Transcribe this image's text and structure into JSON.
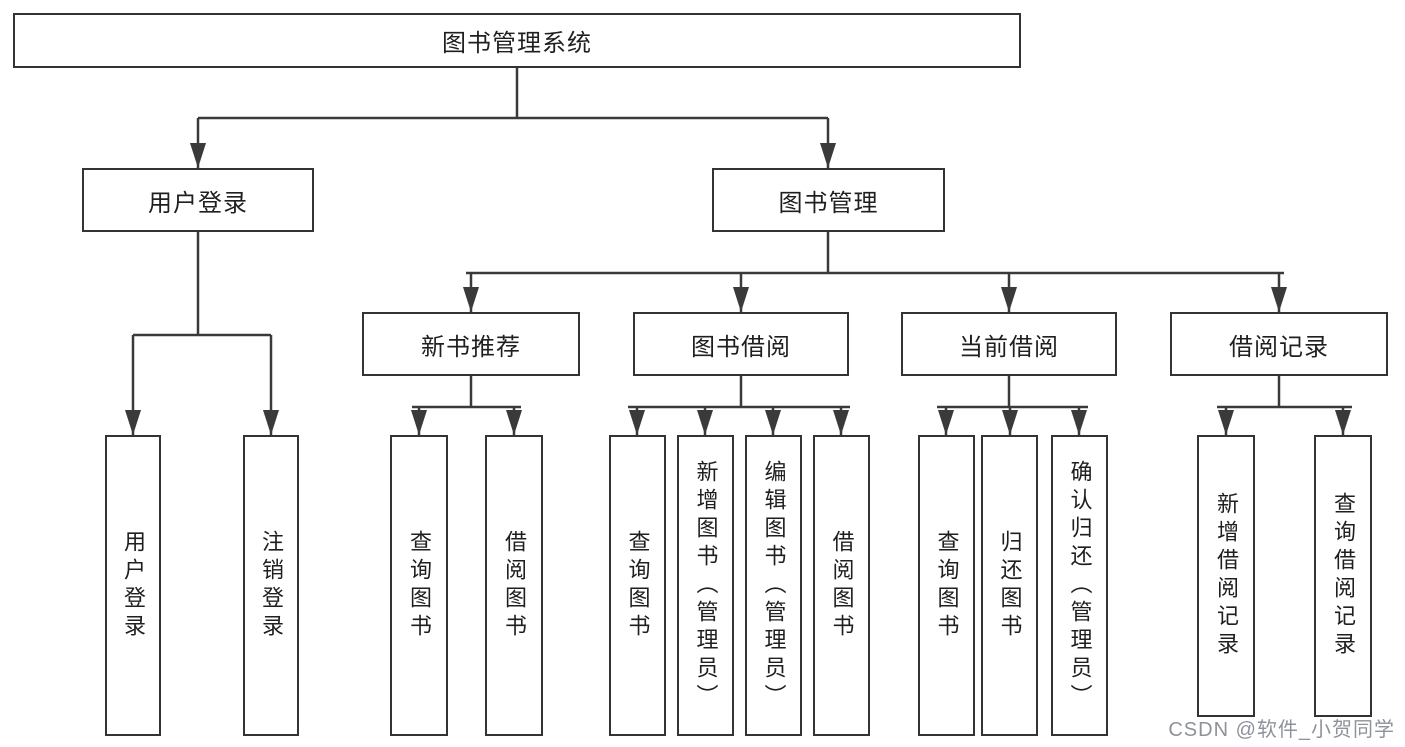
{
  "colors": {
    "line": "#3a3a3a",
    "box_border": "#333333",
    "text": "#1f1f1f",
    "watermark": "#8f929a",
    "background": "#ffffff"
  },
  "watermark": {
    "text": "CSDN @软件_小贺同学"
  },
  "tree": {
    "root": "图书管理系统",
    "level2": {
      "user_login": "用户登录",
      "book_mgmt": "图书管理"
    },
    "level3": {
      "new_book": "新书推荐",
      "book_borrow": "图书借阅",
      "current_borrow": "当前借阅",
      "borrow_record": "借阅记录"
    },
    "leaves": {
      "user_login": [
        "用户登录",
        "注销登录"
      ],
      "new_book": [
        "查询图书",
        "借阅图书"
      ],
      "book_borrow": [
        "查询图书",
        "新增图书（管理员）",
        "编辑图书（管理员）",
        "借阅图书"
      ],
      "current_borrow": [
        "查询图书",
        "归还图书",
        "确认归还（管理员）"
      ],
      "borrow_record": [
        "新增借阅记录",
        "查询借阅记录"
      ]
    }
  }
}
